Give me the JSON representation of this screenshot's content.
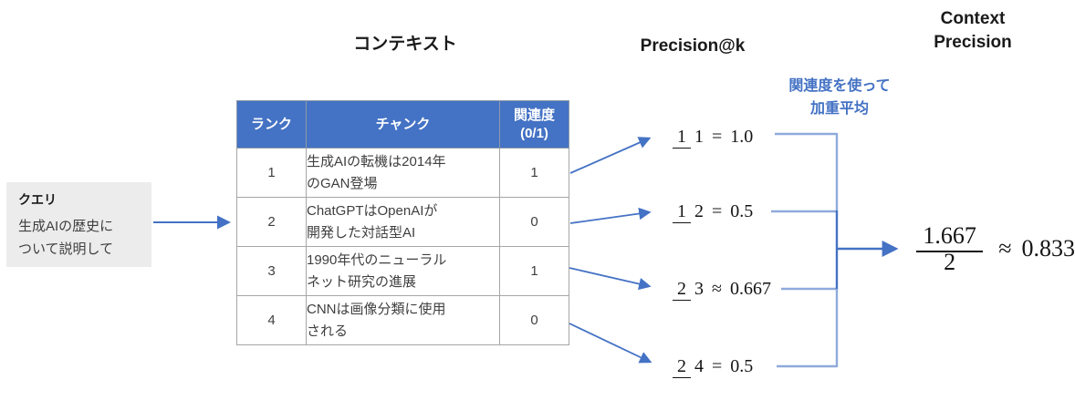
{
  "titles": {
    "context": "コンテキスト",
    "precision_at_k": "Precision@k",
    "context_precision_line1": "Context",
    "context_precision_line2": "Precision"
  },
  "query": {
    "label": "クエリ",
    "text": "生成AIの歴史に\nついて説明して"
  },
  "table": {
    "headers": {
      "rank": "ランク",
      "chunk": "チャンク",
      "relevance": "関連度\n(0/1)"
    },
    "rows": [
      {
        "rank": "1",
        "chunk": "生成AIの転機は2014年\nのGAN登場",
        "relevance": "1"
      },
      {
        "rank": "2",
        "chunk": "ChatGPTはOpenAIが\n開発した対話型AI",
        "relevance": "0"
      },
      {
        "rank": "3",
        "chunk": "1990年代のニューラル\nネット研究の進展",
        "relevance": "1"
      },
      {
        "rank": "4",
        "chunk": "CNNは画像分類に使用\nされる",
        "relevance": "0"
      }
    ]
  },
  "note": {
    "text": "関連度を使って\n加重平均"
  },
  "precision_items": [
    {
      "numerator": "1",
      "denominator": "1",
      "relation": "=",
      "value": "1.0"
    },
    {
      "numerator": "1",
      "denominator": "2",
      "relation": "=",
      "value": "0.5"
    },
    {
      "numerator": "2",
      "denominator": "3",
      "relation": "≈",
      "value": "0.667"
    },
    {
      "numerator": "2",
      "denominator": "4",
      "relation": "=",
      "value": "0.5"
    }
  ],
  "result": {
    "numerator": "1.667",
    "denominator": "2",
    "relation": "≈",
    "value": "0.833"
  },
  "colors": {
    "accent_blue": "#4472C4",
    "light_blue": "#8FAADC",
    "table_header_bg": "#4472C4",
    "query_box_bg": "#ECECEC"
  }
}
